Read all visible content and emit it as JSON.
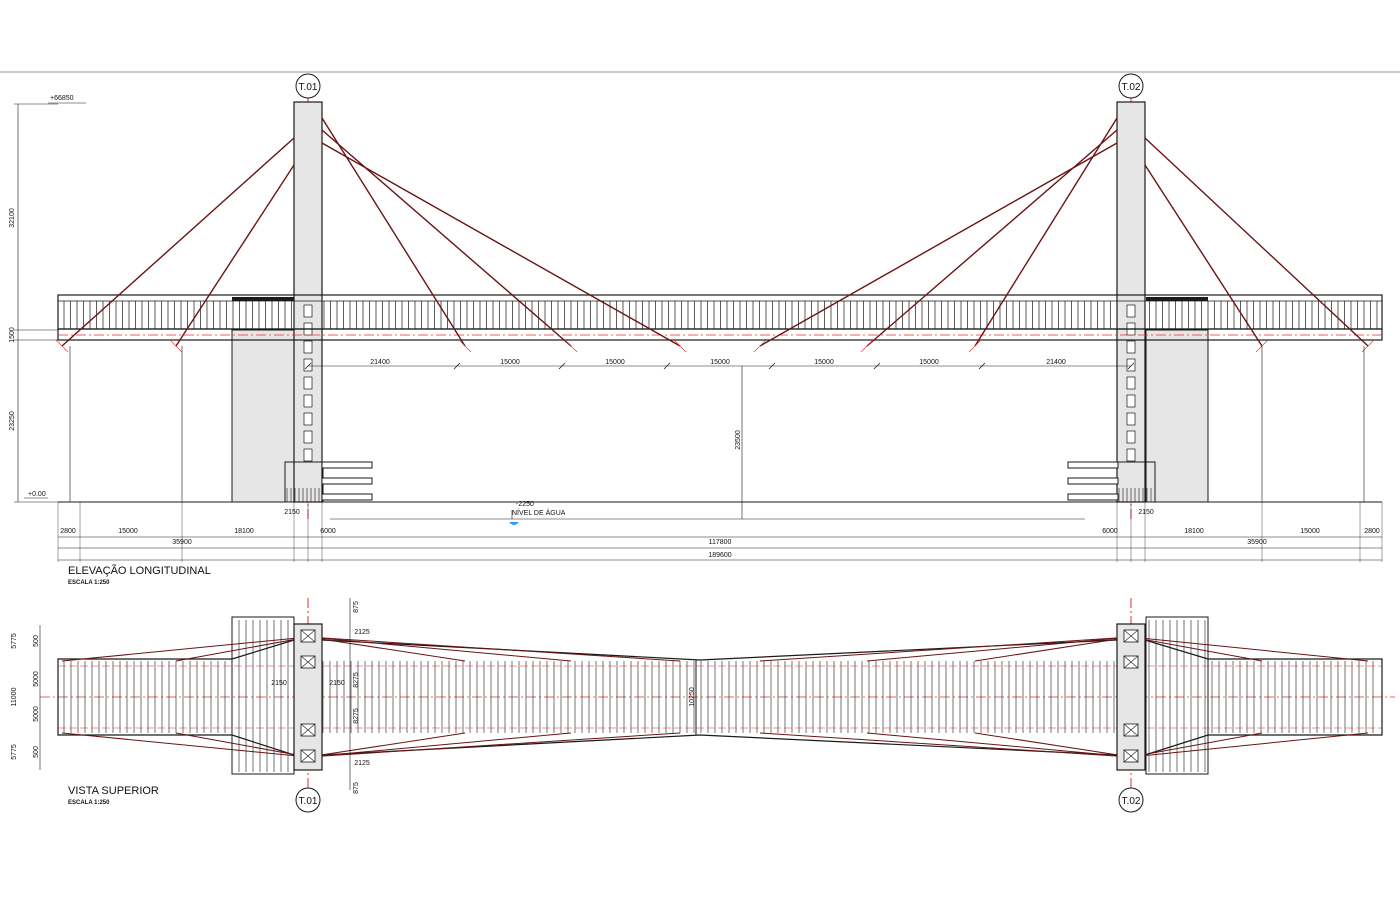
{
  "colors": {
    "line": "#1a1a1a",
    "cable": "#6a1414",
    "axis": "#e03030",
    "fill": "#e6e6e6",
    "water": "#3399ff"
  },
  "towers": {
    "t1": "T.01",
    "t2": "T.02"
  },
  "elevation": {
    "title": "ELEVAÇÃO LONGITUDINAL",
    "scale": "ESCALA 1:250",
    "levels": {
      "top": "+66850",
      "ground": "+0.00",
      "water_level": "-2250",
      "water_label": "NÍVEL DE ÁGUA"
    },
    "vertical_dims": [
      "32100",
      "1500",
      "23250"
    ],
    "clearance": "23500",
    "span_dims": [
      "21400",
      "15000",
      "15000",
      "15000",
      "15000",
      "15000",
      "21400"
    ],
    "bottom_left": [
      "2800",
      "15000",
      "18100",
      "6000"
    ],
    "bottom_right": [
      "6000",
      "18100",
      "15000",
      "2800"
    ],
    "tower_width": "2150",
    "approach_total": "35900",
    "main_span": "117800",
    "total_length": "189600"
  },
  "plan": {
    "title": "VISTA SUPERIOR",
    "scale": "ESCALA 1:250",
    "left_dims": [
      "5775",
      "500",
      "5000",
      "11000",
      "5000",
      "500",
      "5775"
    ],
    "tower_dims": [
      "875",
      "2125",
      "2150",
      "2150",
      "8275",
      "8275",
      "2125",
      "875"
    ],
    "center_dim": "10250"
  }
}
